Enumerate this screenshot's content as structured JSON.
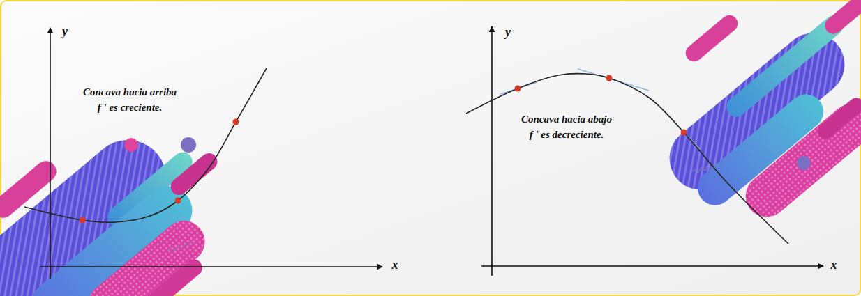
{
  "diagram": {
    "labels": [
      "y",
      "x",
      "Concava hacia arriba",
      "f ' es creciente.",
      "y",
      "x",
      "Concava hacia abajo",
      "f ' es decreciente."
    ]
  }
}
